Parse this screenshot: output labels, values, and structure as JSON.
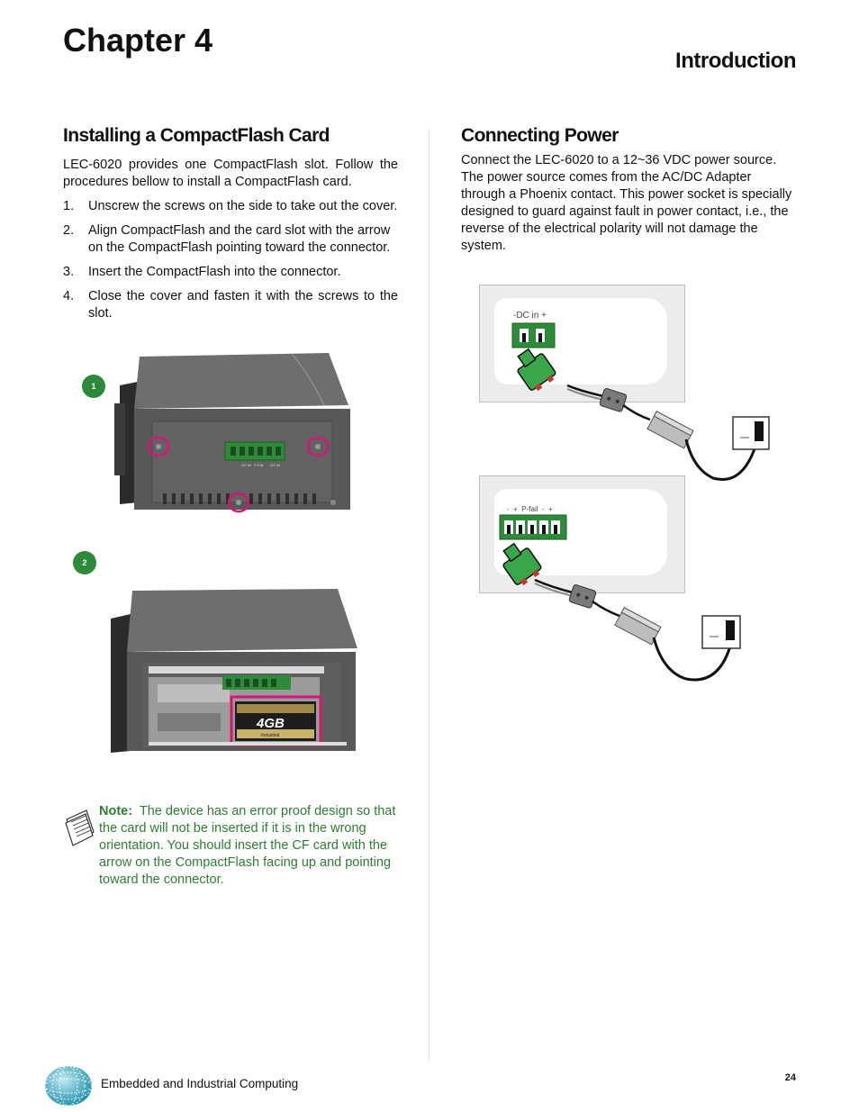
{
  "header": {
    "chapter": "Chapter 4",
    "section": "Introduction"
  },
  "left": {
    "title": "Installing a CompactFlash Card",
    "intro": "LEC-6020 provides one CompactFlash slot. Follow the procedures bellow to install a CompactFlash card.",
    "steps": [
      {
        "num": "1.",
        "text": "Unscrew the screws on the side to take out the cover."
      },
      {
        "num": "2.",
        "text": "Align CompactFlash and the card slot with the arrow on the CompactFlash pointing toward the connector."
      },
      {
        "num": "3.",
        "text": "Insert the CompactFlash into the connector."
      },
      {
        "num": "4.",
        "text": "Close the cover and fasten it with the screws to the slot."
      }
    ],
    "figure_badges": [
      "1",
      "2"
    ],
    "card_label": "4GB",
    "card_sub": "Industrial",
    "connector_labels": [
      "DC IN",
      "P-Fail",
      "DC IN"
    ],
    "note_label": "Note:",
    "note_text": "The device has an error proof design so that the card will not be inserted if it is in the wrong orientation. You should insert the CF card with the arrow on the CompactFlash facing up and pointing toward the connector."
  },
  "right": {
    "title": "Connecting Power",
    "text": "Connect the LEC-6020 to a 12~36 VDC power source. The power source comes from the AC/DC Adapter through a Phoenix contact. This power socket is specially designed to guard against fault in power contact, i.e., the reverse of the electrical polarity will not damage the system.",
    "diagram1_label": "-DC  in +",
    "diagram2_label": "-  +  P-fail  -  +"
  },
  "footer": {
    "text": "Embedded and Industrial Computing",
    "page": "24"
  },
  "colors": {
    "accent_green": "#2e7d32",
    "highlight_magenta": "#d6147a",
    "connector_green": "#2e8b3a"
  }
}
